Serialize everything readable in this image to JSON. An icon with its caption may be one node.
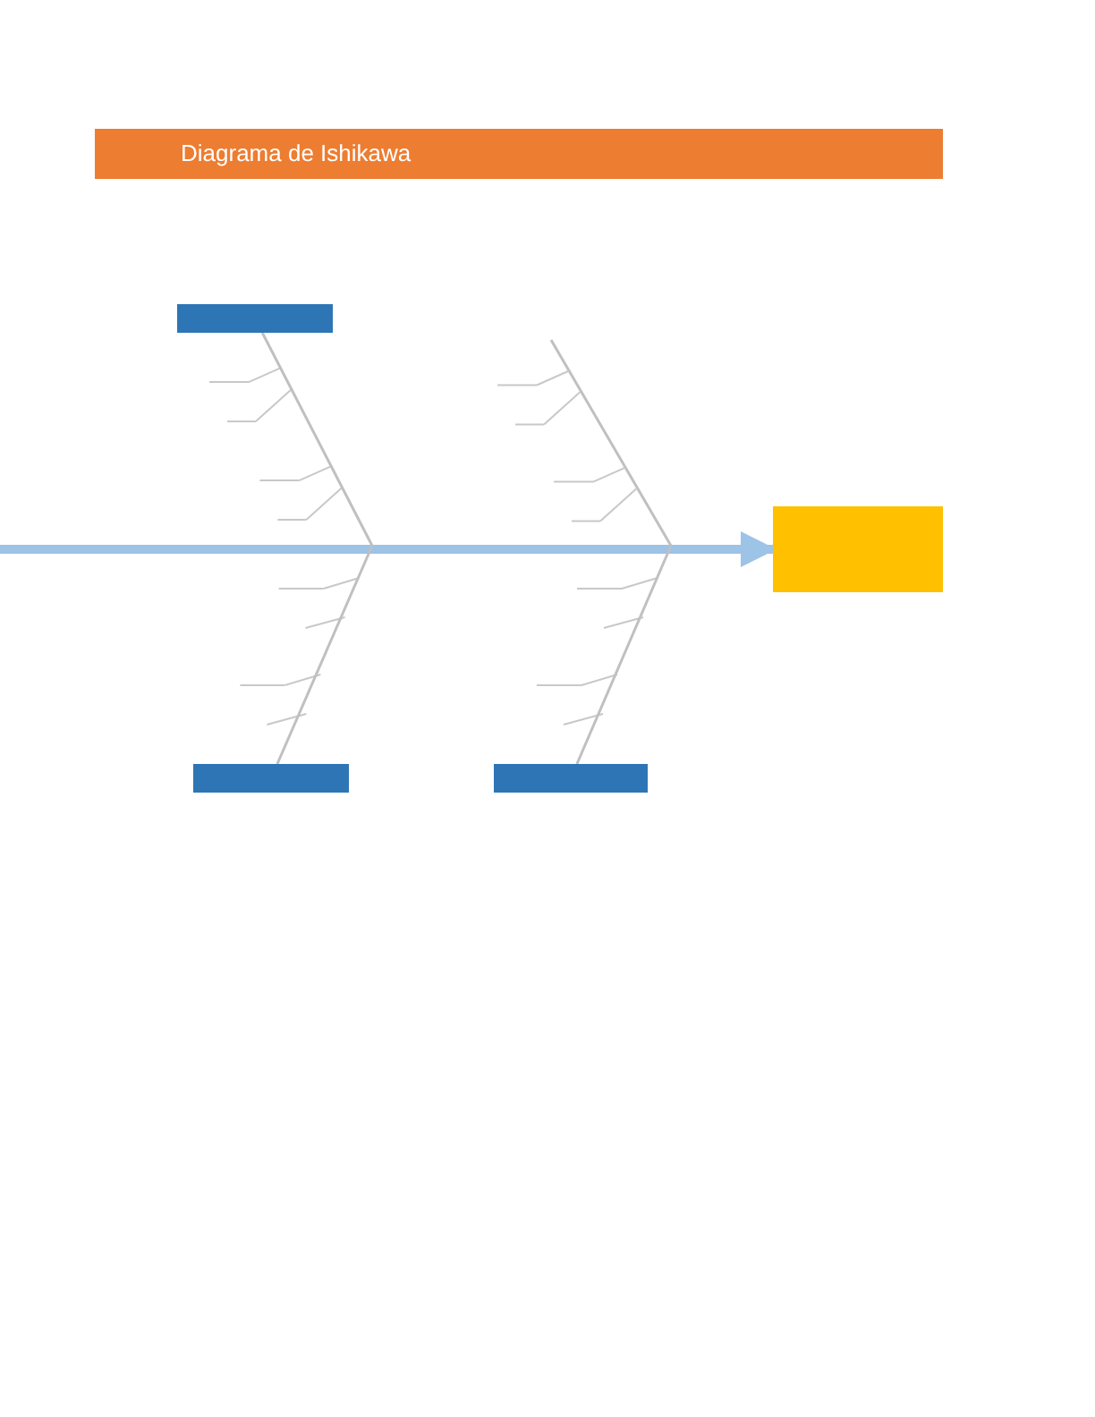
{
  "diagram": {
    "title": "Diagrama de Ishikawa",
    "nodes": [
      {
        "text": [],
        "shape": "box"
      },
      {
        "text": [],
        "shape": "box"
      },
      {
        "text": [],
        "shape": "box"
      },
      {
        "text": [],
        "shape": "box"
      }
    ],
    "edges": [
      {
        "from": null,
        "to": 3,
        "arrow": "to",
        "style": "thick",
        "color": "#9dc3e6"
      },
      {
        "from": 0,
        "to": null,
        "arrow": "none"
      },
      {
        "from": 1,
        "to": null,
        "arrow": "none"
      },
      {
        "from": 2,
        "to": null,
        "arrow": "none"
      }
    ]
  }
}
